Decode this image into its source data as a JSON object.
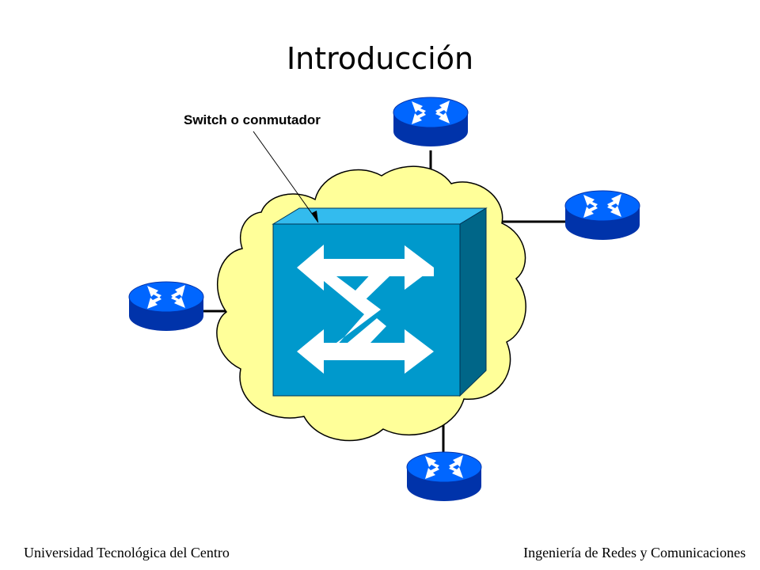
{
  "slide": {
    "title": "Introducción"
  },
  "diagram": {
    "switch_label": "Switch o conmutador",
    "colors": {
      "cloud_fill": "#ffff99",
      "switch_front": "#0099cc",
      "switch_side": "#006688",
      "switch_top": "#33bbee",
      "router_fill": "#0066ff",
      "router_dark": "#0033aa"
    },
    "nodes": [
      {
        "name": "router-top",
        "icon": "router-icon"
      },
      {
        "name": "router-right",
        "icon": "router-icon"
      },
      {
        "name": "router-left",
        "icon": "router-icon"
      },
      {
        "name": "router-bottom",
        "icon": "router-icon"
      },
      {
        "name": "central-switch",
        "icon": "switch-icon"
      }
    ]
  },
  "footer": {
    "left": "Universidad Tecnológica del Centro",
    "right": "Ingeniería de Redes y Comunicaciones"
  }
}
